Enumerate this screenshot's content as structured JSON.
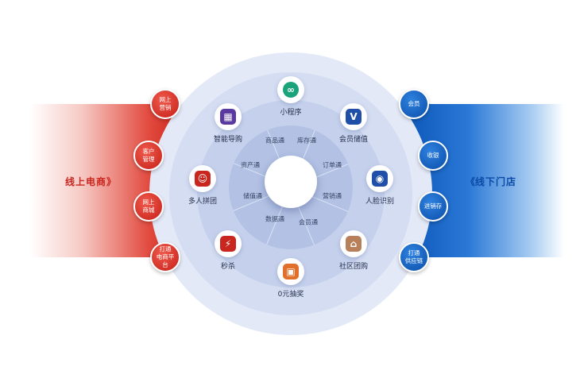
{
  "left_panel": {
    "label": "线上电商",
    "arrow": "》",
    "color": "#d12a20"
  },
  "right_panel": {
    "label": "线下门店",
    "arrow": "《",
    "color": "#0a4aa6"
  },
  "inner_ring": [
    "商品通",
    "库存通",
    "订单通",
    "营销通",
    "会员通",
    "数据通",
    "储值通",
    "资产通"
  ],
  "features": [
    {
      "label": "小程序",
      "icon": "mini-program-icon",
      "color": "#1aa27a"
    },
    {
      "label": "会员储值",
      "icon": "v-badge-icon",
      "color": "#1f4fa8"
    },
    {
      "label": "人脸识别",
      "icon": "face-scan-icon",
      "color": "#1f4fa8"
    },
    {
      "label": "社区团购",
      "icon": "house-heart-icon",
      "color": "#b8805a"
    },
    {
      "label": "0元抽奖",
      "icon": "gift-icon",
      "color": "#e0702a"
    },
    {
      "label": "秒杀",
      "icon": "lightning-icon",
      "color": "#c8261e"
    },
    {
      "label": "多人拼团",
      "icon": "group-icon",
      "color": "#c8261e"
    },
    {
      "label": "智能导购",
      "icon": "tv-icon",
      "color": "#5a3aa0"
    }
  ],
  "left_nodes": [
    "网上\n营销",
    "客户\n管理",
    "网上\n商城",
    "打通\n电商平台"
  ],
  "right_nodes": [
    "会员",
    "收银",
    "进销存",
    "打通\n供应链"
  ]
}
